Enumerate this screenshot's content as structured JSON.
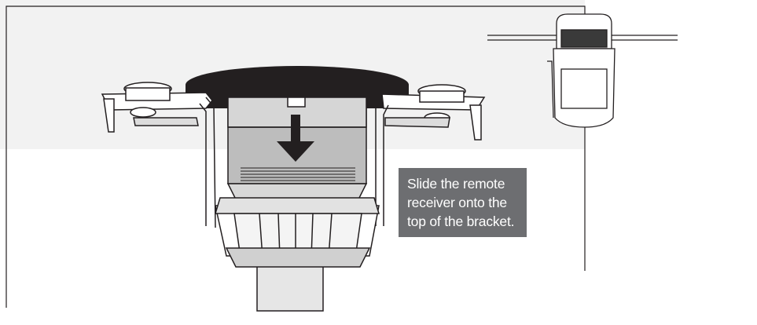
{
  "instruction": {
    "lines": [
      "Slide the remote",
      "receiver onto the",
      "top of the bracket."
    ]
  },
  "colors": {
    "background_band": "#f2f2f2",
    "callout_bg": "#6d6e71",
    "callout_text": "#ffffff",
    "line_art": "#231f20",
    "part_fill_light": "#dcdcdc",
    "part_fill_mid": "#bdbdbd",
    "ceiling_plate": "#231f20"
  },
  "icons": [
    "down-arrow-icon"
  ]
}
